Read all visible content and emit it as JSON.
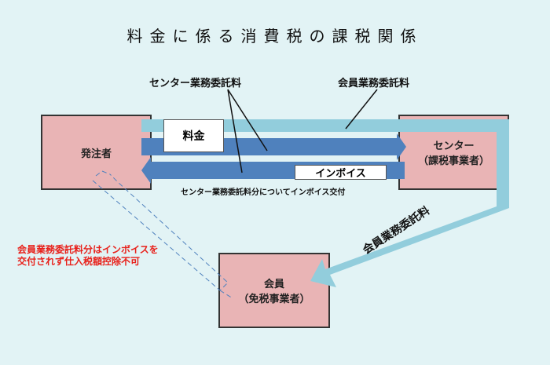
{
  "title": "料金に係る消費税の課税関係",
  "nodes": {
    "orderer": {
      "label": "発注者"
    },
    "center": {
      "label": "センター",
      "sub": "（課税事業者）"
    },
    "member": {
      "label": "会員",
      "sub": "（免税事業者）"
    }
  },
  "labels": {
    "center_fee": "センター業務委託料",
    "member_fee": "会員業務委託料",
    "member_fee_diagonal": "会員業務委託料",
    "fee": "料金",
    "invoice": "インボイス",
    "invoice_caption": "センター業務委託料分についてインボイス交付",
    "warning_line1": "会員業務委託料分はインボイスを",
    "warning_line2": "交付されず仕入税額控除不可"
  },
  "colors": {
    "dark_arrow": "#4f81bd",
    "light_arrow": "#92cddc",
    "box": "#e9b4b5",
    "warning": "#e8201a",
    "background": "#e2f3f5"
  }
}
